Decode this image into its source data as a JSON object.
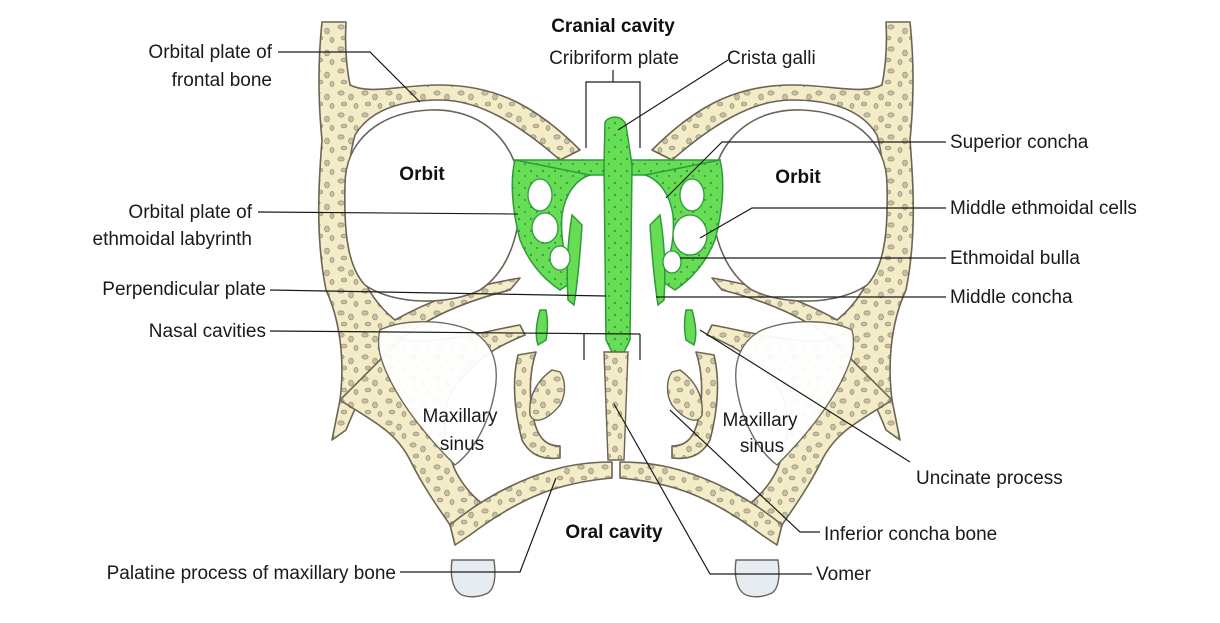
{
  "colors": {
    "bone_fill": "#f3ecc6",
    "bone_outline": "#6b6455",
    "ethmoid_green": "#66dd55",
    "ethmoid_dark": "#2f9a3a",
    "tooth": "#e6ecf2"
  },
  "labels": {
    "cranial_cavity": "Cranial cavity",
    "cribriform_plate": "Cribriform plate",
    "crista_galli": "Crista galli",
    "orbital_plate_frontal_1": "Orbital plate of",
    "orbital_plate_frontal_2": "frontal bone",
    "superior_concha": "Superior concha",
    "orbit_left": "Orbit",
    "orbit_right": "Orbit",
    "orbital_plate_ethmoid_1": "Orbital plate of",
    "orbital_plate_ethmoid_2": "ethmoidal labyrinth",
    "middle_ethmoidal_cells": "Middle ethmoidal cells",
    "ethmoidal_bulla": "Ethmoidal bulla",
    "perpendicular_plate": "Perpendicular plate",
    "middle_concha": "Middle concha",
    "nasal_cavities": "Nasal cavities",
    "maxillary_sinus_left_1": "Maxillary",
    "maxillary_sinus_left_2": "sinus",
    "maxillary_sinus_right_1": "Maxillary",
    "maxillary_sinus_right_2": "sinus",
    "uncinate_process": "Uncinate process",
    "oral_cavity": "Oral cavity",
    "inferior_concha_bone": "Inferior concha bone",
    "palatine_process": "Palatine process of maxillary bone",
    "vomer": "Vomer"
  }
}
